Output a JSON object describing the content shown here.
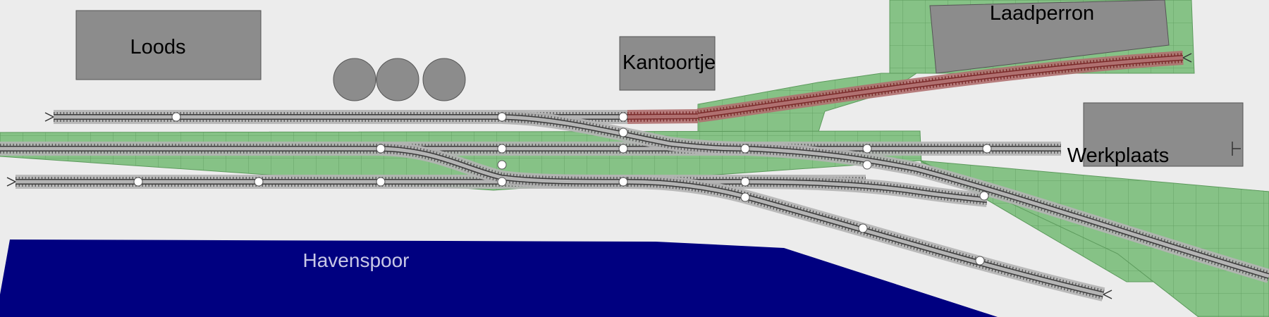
{
  "labels": {
    "shed": "Loods",
    "office": "Kantoortje",
    "platform": "Laadperron",
    "workshop": "Werkplaats",
    "harbour": "Havenspoor"
  },
  "colors": {
    "background": "#ececec",
    "grass": "#86c286",
    "grass_grid": "#5c9a5c",
    "building": "#8c8c8c",
    "water": "#000080",
    "water_text": "#c8c8e6",
    "rail": "#3a3a3a",
    "sleeper": "#5a5a5a",
    "bed": "#b4b4b4",
    "selected_track": "#7a2a2a",
    "selected_bed": "#b07070",
    "node": "#ffffff"
  },
  "icons": {
    "tanks": "storage-tank-icon",
    "track_nodes": "track-node-marker",
    "buffer_stops": "buffer-stop-icon"
  }
}
